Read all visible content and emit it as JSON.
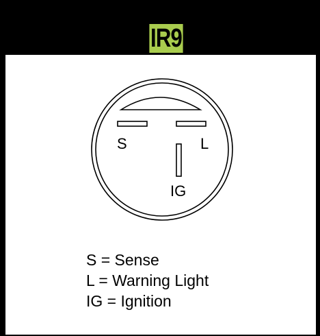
{
  "title": "IR9",
  "colors": {
    "background": "#000000",
    "panel": "#ffffff",
    "title_highlight": "#a9cc4e",
    "ink": "#000000"
  },
  "connector": {
    "terminals": [
      {
        "id": "S",
        "label": "S"
      },
      {
        "id": "L",
        "label": "L"
      },
      {
        "id": "IG",
        "label": "IG"
      }
    ]
  },
  "legend": [
    "S = Sense",
    "L = Warning Light",
    "IG = Ignition"
  ]
}
